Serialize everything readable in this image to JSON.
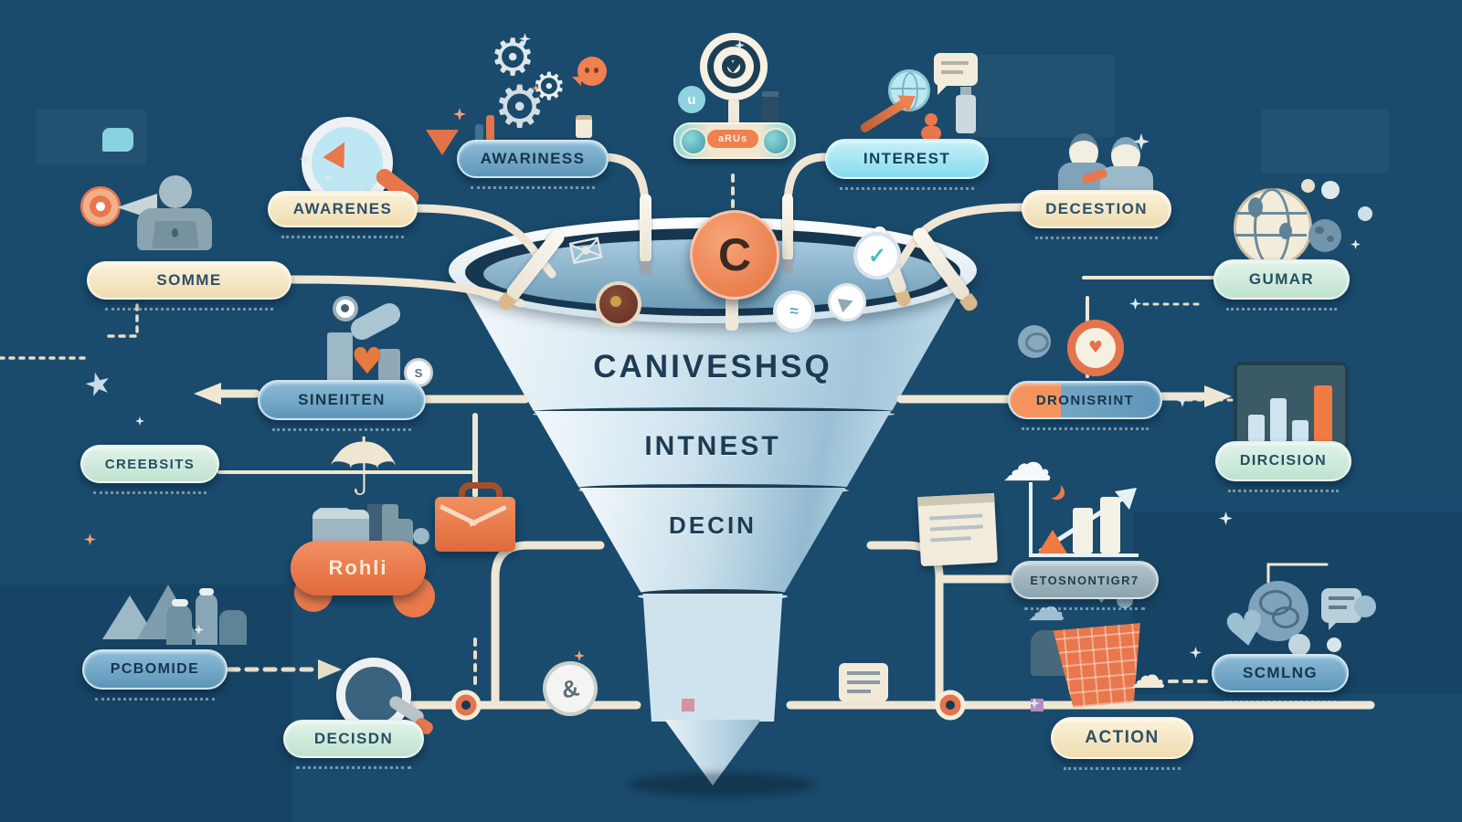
{
  "title": "marketing-funnel-infographic",
  "colors": {
    "background": "#1a4a6c",
    "accent_orange": "#e8774d",
    "pipe_cream": "#efe7d4",
    "funnel_light": "#dcecf4",
    "navy_text": "#1c3c55"
  },
  "funnel": {
    "tier1_label": "CANIVESHSQ",
    "tier2_label": "INTNEST",
    "tier3_label": "DECIN"
  },
  "pills": {
    "somme": "SOMME",
    "awarenes": "AWARENES",
    "awariness": "AWARINESS",
    "interest": "INTEREST",
    "decestion": "DECESTION",
    "gumar": "GUMAR",
    "sineiiten": "SINEIITEN",
    "dronisrint": "DRONISRINT",
    "creebsits": "CREEBSITS",
    "dircision": "DIRCISION",
    "etosnontigrt": "ETOSNONTIGR7",
    "pcbomide": "PCBOMIDE",
    "decisdn": "DECISDN",
    "action": "ACTION",
    "scmlng": "SCMLNG",
    "rohli": "Rohli"
  },
  "badges": {
    "c_badge": "C",
    "control_bar": "aRUs",
    "s_coin": "S",
    "amp_coin": "&"
  }
}
